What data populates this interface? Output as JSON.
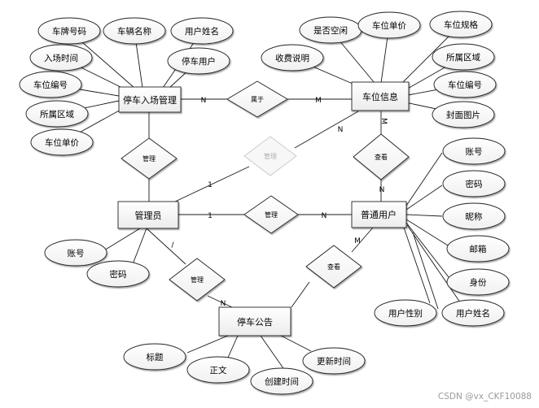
{
  "diagram": {
    "entities": {
      "parking_entry": "停车入场管理",
      "space_info": "车位信息",
      "admin": "管理员",
      "user": "普通用户",
      "notice": "停车公告"
    },
    "relationships": {
      "belongs": "属于",
      "manage_entry": "管理",
      "manage_space": "管理",
      "view_space": "查看",
      "manage_user": "管理",
      "manage_notice": "管理",
      "view_notice": "查看"
    },
    "attributes": {
      "entry_plate": "车牌号码",
      "entry_car_name": "车辆名称",
      "entry_user_name": "用户姓名",
      "entry_time": "入场时间",
      "entry_user": "停车用户",
      "entry_space_no": "车位编号",
      "entry_area": "所属区域",
      "entry_price": "车位单价",
      "space_vacant": "是否空闲",
      "space_price": "车位单价",
      "space_spec": "车位规格",
      "space_fee_desc": "收费说明",
      "space_area": "所属区域",
      "space_no": "车位编号",
      "space_cover": "封面图片",
      "admin_account": "账号",
      "admin_password": "密码",
      "user_account": "账号",
      "user_password": "密码",
      "user_nickname": "昵称",
      "user_email": "邮箱",
      "user_idcard": "身份",
      "user_gender": "用户性别",
      "user_name": "用户姓名",
      "notice_title": "标题",
      "notice_body": "正文",
      "notice_created": "创建时间",
      "notice_updated": "更新时间"
    },
    "cardinalities": {
      "belongs_left": "N",
      "belongs_right": "M",
      "view_space_top": "M",
      "view_space_bottom": "N",
      "admin_space_1": "1",
      "admin_space_n": "N",
      "admin_user_1": "1",
      "admin_user_n": "N",
      "admin_notice_1": "/",
      "user_notice_m": "M",
      "notice_n": "N"
    },
    "watermark": "CSDN @vx_CKF10088"
  }
}
